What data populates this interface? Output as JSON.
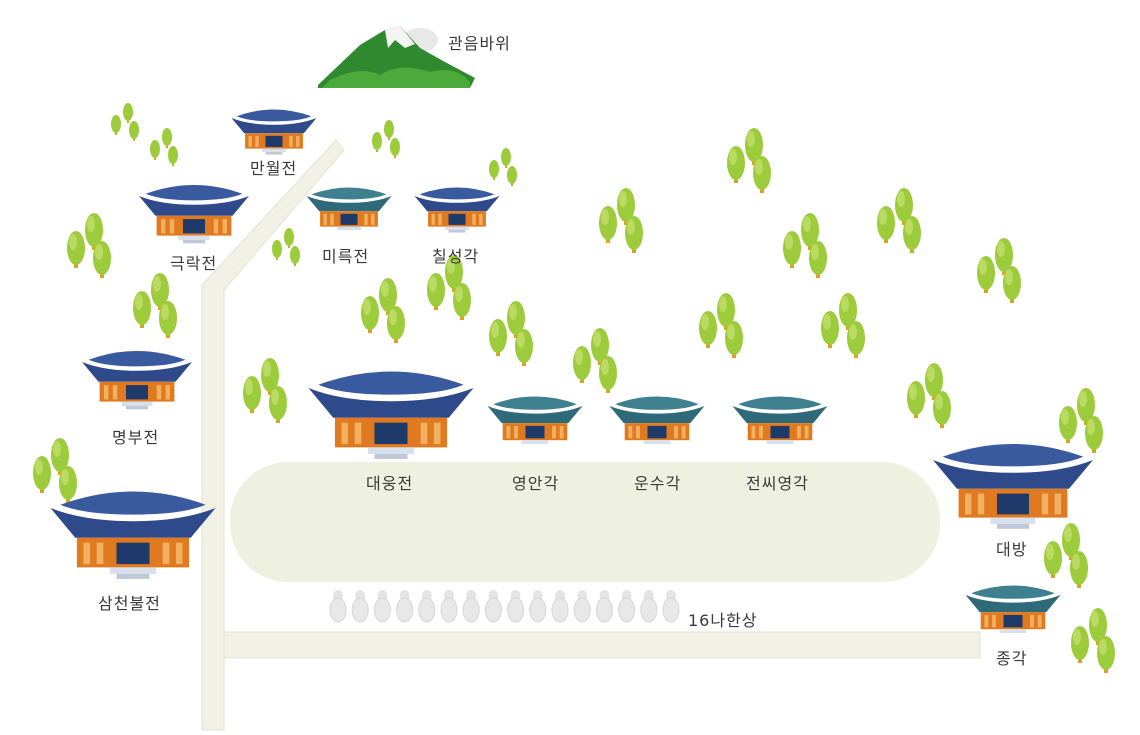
{
  "rock": {
    "label": "관음바위"
  },
  "buildings": {
    "manwoljeon": {
      "label": "만월전"
    },
    "geungnakjeon": {
      "label": "극락전"
    },
    "mirukjeon": {
      "label": "미륵전"
    },
    "chilseonggak": {
      "label": "칠성각"
    },
    "myeongbujeon": {
      "label": "명부전"
    },
    "samcheonbuljeon": {
      "label": "삼천불전"
    },
    "daeungjeon": {
      "label": "대웅전"
    },
    "yeongangak": {
      "label": "영안각"
    },
    "unsugak": {
      "label": "운수각"
    },
    "jeonssiyeonggak": {
      "label": "전씨영각"
    },
    "daebang": {
      "label": "대방"
    },
    "jonggak": {
      "label": "종각"
    }
  },
  "statues": {
    "label": "16나한상",
    "count": 16
  },
  "colors": {
    "roof": "#2f4a8a",
    "roof_teal": "#2f6a7a",
    "wall": "#e07a20",
    "path": "#f1f1e6",
    "plaza": "#eef0e0",
    "tree_leaf": "#9ccc3c",
    "tree_trunk": "#e0a020",
    "mountain": "#2f8a2f"
  }
}
